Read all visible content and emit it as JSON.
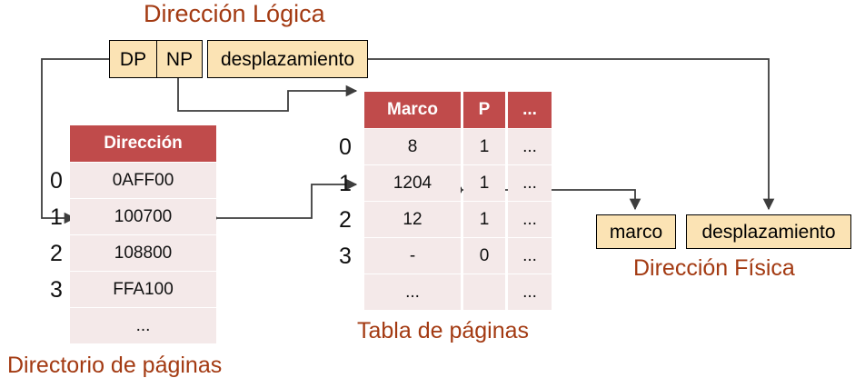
{
  "captions": {
    "logical_address": "Dirección Lógica",
    "physical_address": "Dirección Física",
    "page_table": "Tabla de páginas",
    "page_directory": "Directorio de páginas"
  },
  "logical_address": {
    "fields": [
      {
        "name": "dp",
        "label": "DP"
      },
      {
        "name": "np",
        "label": "NP"
      },
      {
        "name": "offset",
        "label": "desplazamiento"
      }
    ]
  },
  "physical_address": {
    "fields": [
      {
        "name": "frame",
        "label": "marco"
      },
      {
        "name": "offset",
        "label": "desplazamiento"
      }
    ]
  },
  "page_directory": {
    "headers": [
      "Dirección"
    ],
    "row_indices": [
      "0",
      "1",
      "2",
      "3",
      ""
    ],
    "rows": [
      [
        "0AFF00"
      ],
      [
        "100700"
      ],
      [
        "108800"
      ],
      [
        "FFA100"
      ],
      [
        "..."
      ]
    ],
    "selected_row_index": 1
  },
  "page_table": {
    "headers": [
      "Marco",
      "P",
      "..."
    ],
    "row_indices": [
      "0",
      "1",
      "2",
      "3",
      ""
    ],
    "rows": [
      [
        "8",
        "1",
        "..."
      ],
      [
        "1204",
        "1",
        "..."
      ],
      [
        "12",
        "1",
        "..."
      ],
      [
        "-",
        "0",
        "..."
      ],
      [
        "...",
        "",
        "..."
      ]
    ],
    "selected_row_index": 1
  },
  "colors": {
    "caption": "#A33A12",
    "table_header": "#C04B4B",
    "table_row": "#F4E9E9",
    "box_fill": "#FBE3B4",
    "wire": "#3D3D3D"
  }
}
